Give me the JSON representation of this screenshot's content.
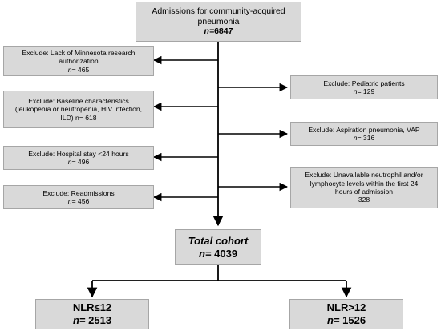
{
  "top": {
    "lines": [
      "Admissions for community-acquired",
      "pneumonia"
    ],
    "n_label": "n=",
    "n_value": "6847"
  },
  "exclusions_left": [
    {
      "lines": [
        "Exclude: Lack of Minnesota research",
        "authorization"
      ],
      "n_label": "n=",
      "n_value": "465"
    },
    {
      "lines": [
        "Exclude: Baseline characteristics",
        "(leukopenia or neutropenia, HIV infection,",
        "ILD) n= 618"
      ],
      "n_label": "",
      "n_value": ""
    },
    {
      "lines": [
        "Exclude: Hospital stay <24 hours"
      ],
      "n_label": "n=",
      "n_value": "496"
    },
    {
      "lines": [
        "Exclude: Readmissions"
      ],
      "n_label": "n=",
      "n_value": "456"
    }
  ],
  "exclusions_right": [
    {
      "lines": [
        "Exclude: Pediatric patients"
      ],
      "n_label": "n=",
      "n_value": "129"
    },
    {
      "lines": [
        "Exclude: Aspiration pneumonia, VAP"
      ],
      "n_label": "n=",
      "n_value": "316"
    },
    {
      "lines": [
        "Exclude: Unavailable neutrophil and/or",
        "lymphocyte levels within the first 24",
        "hours of admission"
      ],
      "n_label": "",
      "n_value": "328"
    }
  ],
  "cohort": {
    "title": "Total cohort",
    "n_label": "n=",
    "n_value": "4039"
  },
  "groups": [
    {
      "title": "NLR≤12",
      "n_label": "n=",
      "n_value": "2513"
    },
    {
      "title": "NLR>12",
      "n_label": "n=",
      "n_value": "1526"
    }
  ],
  "colors": {
    "box_fill": "#d9d9d9",
    "box_border": "#a6a6a6",
    "line": "#000000"
  }
}
